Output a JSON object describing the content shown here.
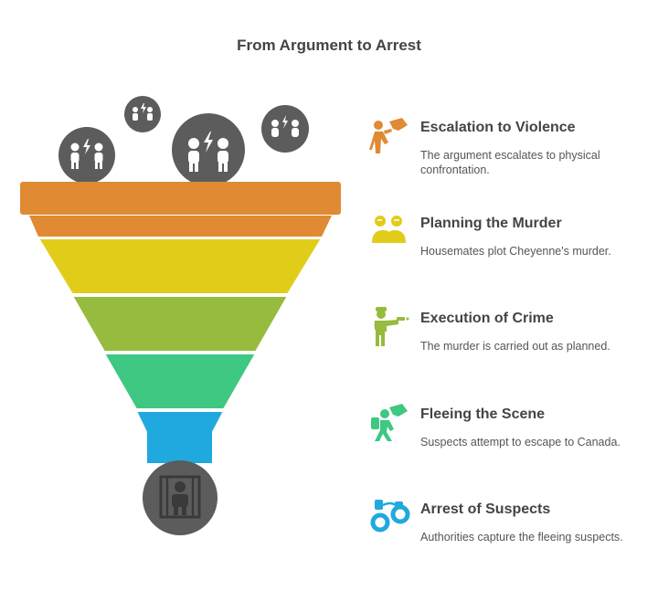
{
  "title": "From Argument to Arrest",
  "colors": {
    "band1": "#E08A34",
    "band2": "#E2CC1A",
    "band3": "#96BB3E",
    "band4": "#3EC882",
    "band5": "#20A9DE",
    "circle": "#5C5C5C",
    "text": "#444444"
  },
  "steps": [
    {
      "title": "Escalation to Violence",
      "description": "The argument escalates to physical confrontation.",
      "icon": "fight-icon",
      "color": "#E08A34"
    },
    {
      "title": "Planning the Murder",
      "description": "Housemates plot Cheyenne's murder.",
      "icon": "plotting-icon",
      "color": "#E2CC1A"
    },
    {
      "title": "Execution of Crime",
      "description": "The murder is carried out as planned.",
      "icon": "shooter-icon",
      "color": "#96BB3E"
    },
    {
      "title": "Fleeing the Scene",
      "description": "Suspects attempt to escape to Canada.",
      "icon": "fleeing-icon",
      "color": "#3EC882"
    },
    {
      "title": "Arrest of Suspects",
      "description": "Authorities capture the fleeing suspects.",
      "icon": "handcuffs-icon",
      "color": "#20A9DE"
    }
  ],
  "top_icons": [
    "argument-icon",
    "argument-icon",
    "argument-icon",
    "argument-icon"
  ],
  "bottom_icon": "prisoner-icon"
}
